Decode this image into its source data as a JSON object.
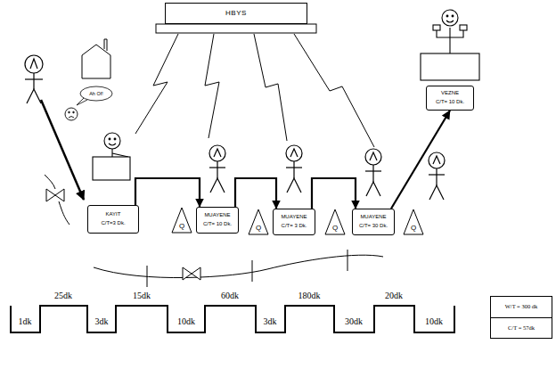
{
  "diagram": {
    "nodes": [
      {
        "text": [
          "HBYS"
        ]
      },
      {
        "text": [
          "VEZNE",
          "C/T= 10 Dk."
        ]
      },
      {
        "text": [
          "KAYIT",
          "C/T=3 Dk."
        ]
      },
      {
        "text": [
          "Q"
        ]
      },
      {
        "text": [
          "MUAYENE",
          "C/T= 10 Dk."
        ]
      },
      {
        "text": [
          "Q"
        ]
      },
      {
        "text": [
          "MUAYENE",
          "C/T= 3 Dk."
        ]
      },
      {
        "text": [
          "Q"
        ]
      },
      {
        "text": [
          "MUAYENE",
          "C/T= 30 Dk."
        ]
      },
      {
        "text": [
          "Q"
        ]
      },
      {
        "text": [
          "W/T = 300 dk",
          "C/T = 57dk"
        ]
      }
    ],
    "edges": [
      {
        "from": 2,
        "to": 4,
        "arrow": "to"
      },
      {
        "from": 4,
        "to": 6,
        "arrow": "to"
      },
      {
        "from": 6,
        "to": 8,
        "arrow": "to"
      },
      {
        "from": 8,
        "to": 1,
        "arrow": "to"
      }
    ],
    "labels": [
      "Ah Of!",
      "25dk",
      "15dk",
      "60dk",
      "180dk",
      "20dk",
      "1dk",
      "3dk",
      "10dk",
      "3dk",
      "30dk",
      "10dk"
    ]
  }
}
